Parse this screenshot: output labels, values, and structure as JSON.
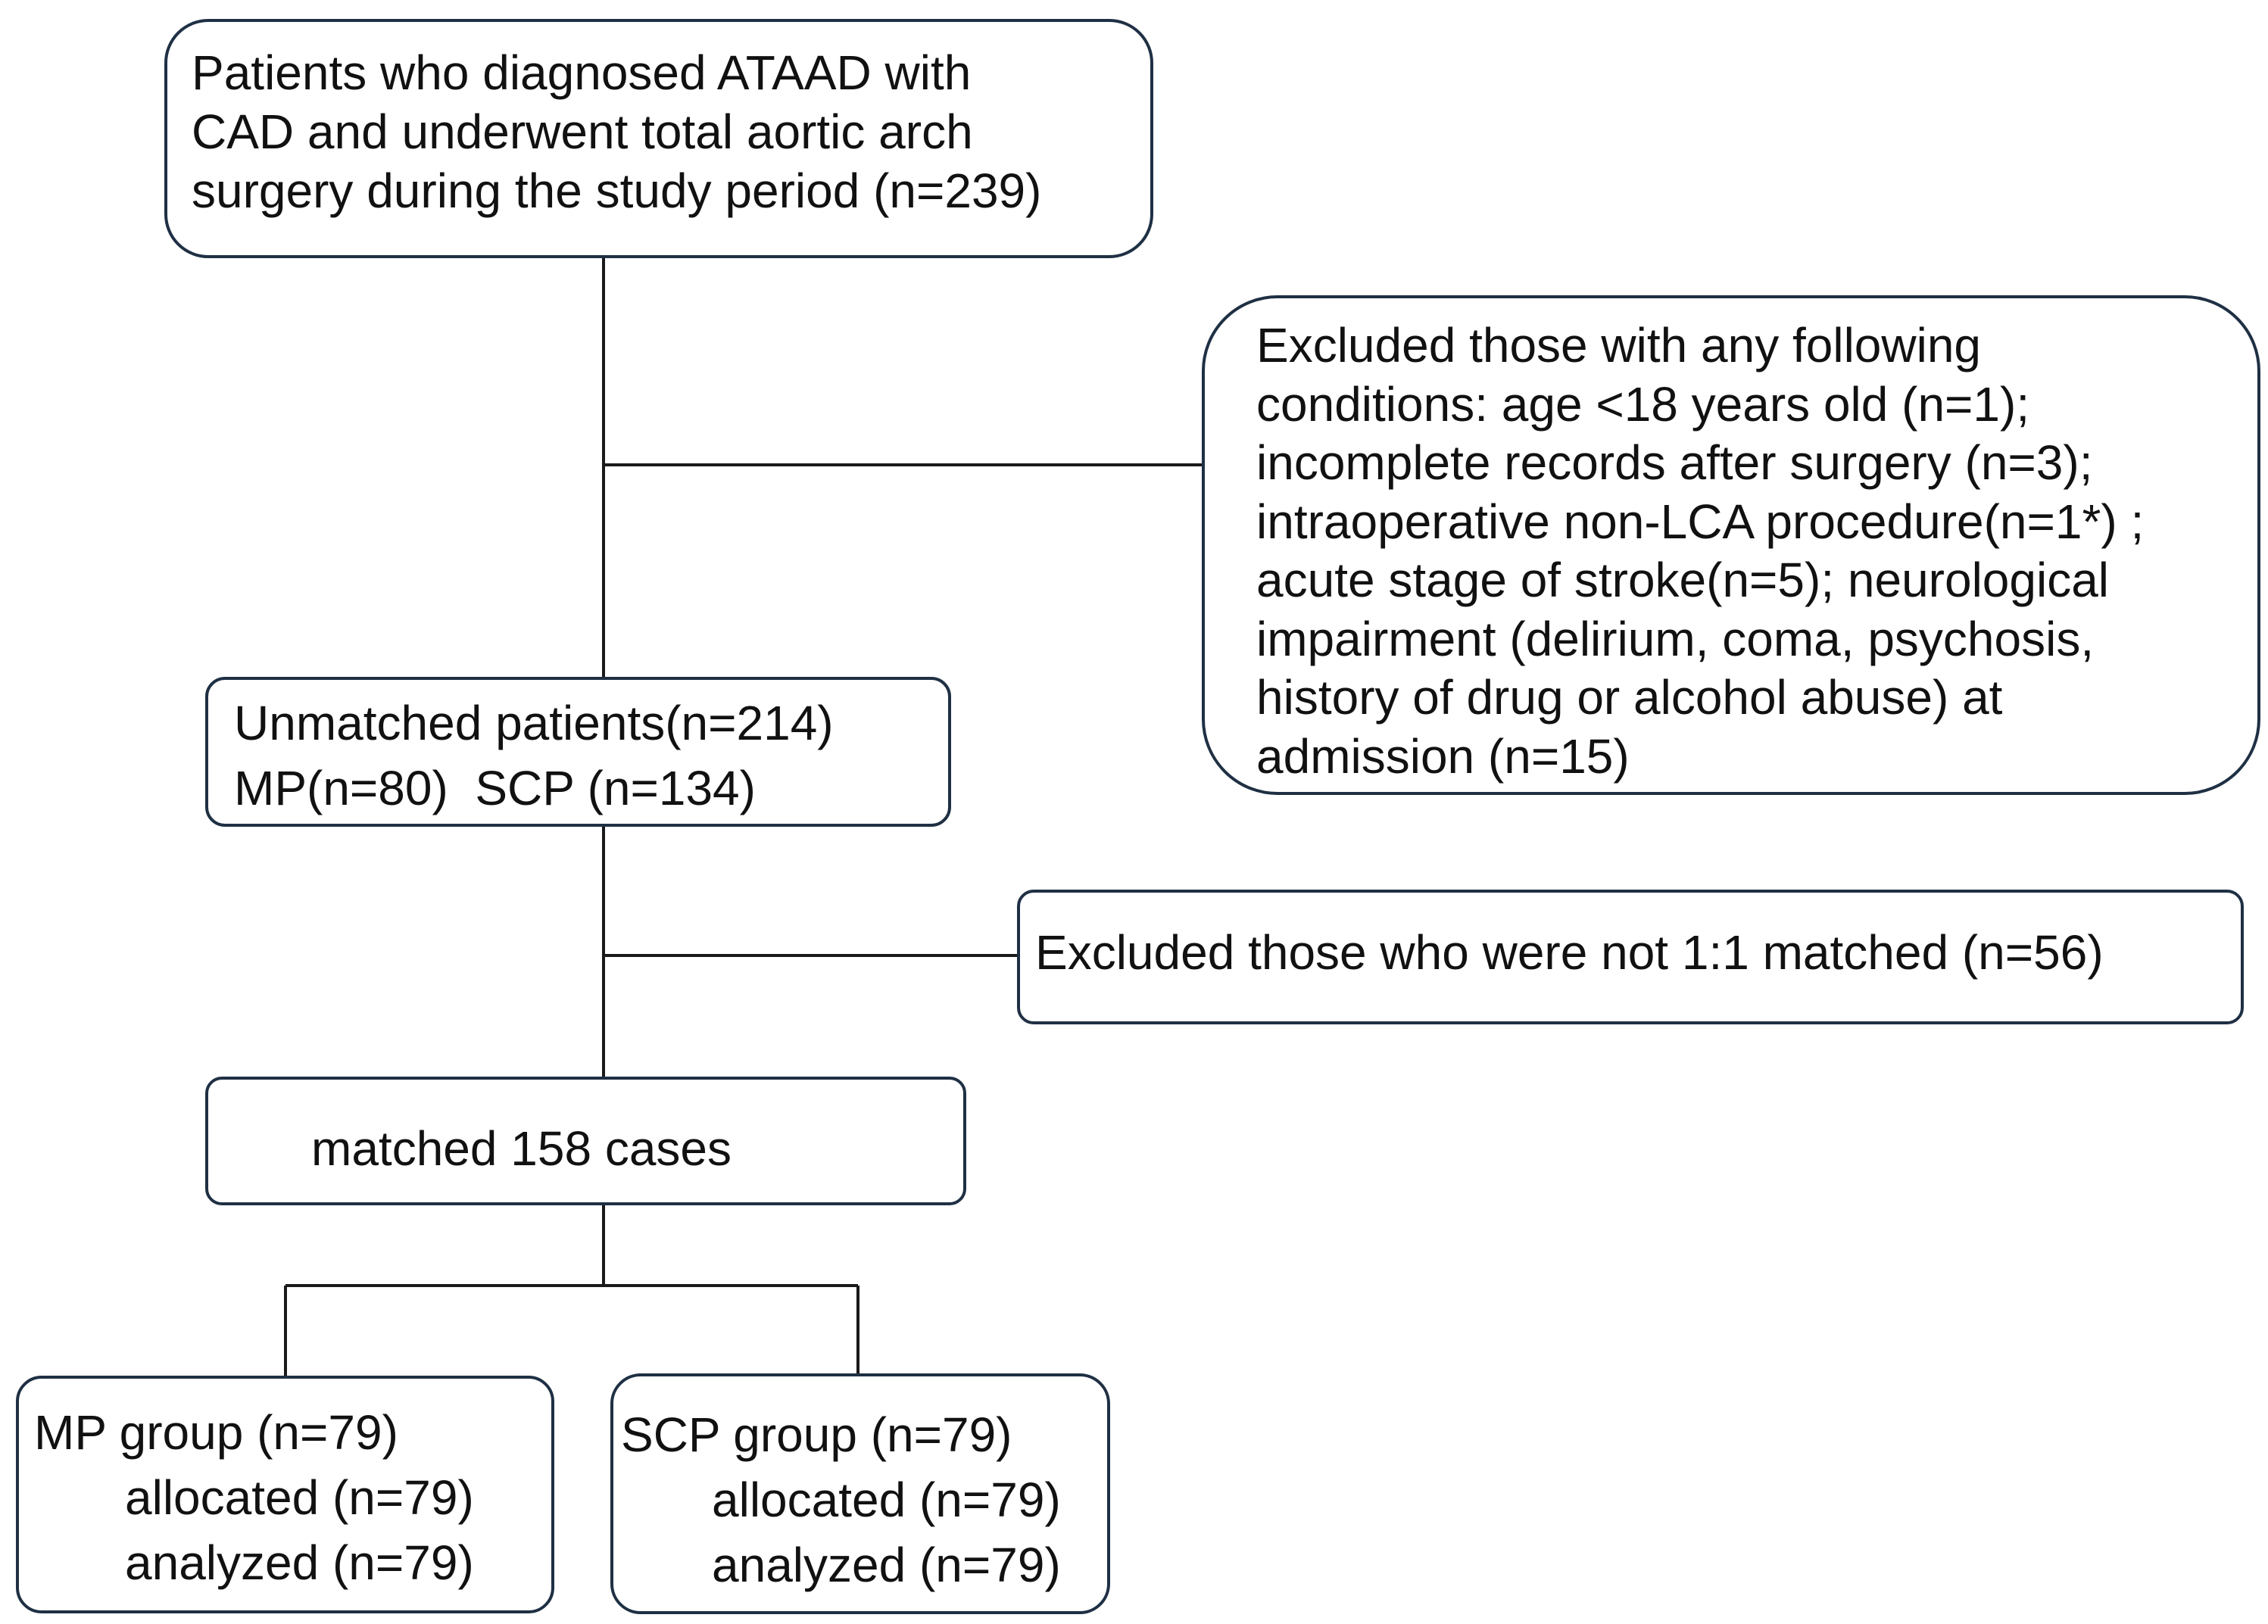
{
  "flowchart": {
    "start": {
      "lines": [
        "Patients who diagnosed ATAAD with",
        "CAD and underwent total aortic arch",
        "surgery during the study period (n=239)"
      ]
    },
    "exclusion_1": {
      "lines": [
        "Excluded those with any following",
        "conditions: age <18 years old (n=1);",
        "incomplete records after surgery (n=3);",
        "intraoperative non-LCA procedure(n=1*) ;",
        "acute stage of stroke(n=5); neurological",
        "impairment (delirium, coma, psychosis,",
        "history of drug or alcohol abuse) at",
        "admission (n=15)"
      ]
    },
    "unmatched": {
      "lines": [
        "Unmatched patients(n=214)",
        "MP(n=80)  SCP (n=134)"
      ]
    },
    "exclusion_2": {
      "text": "Excluded those who were not 1:1 matched (n=56)"
    },
    "matched": {
      "text": "matched 158 cases"
    },
    "mp_group": {
      "title": "MP group (n=79)",
      "allocated": "allocated (n=79)",
      "analyzed": "analyzed (n=79)"
    },
    "scp_group": {
      "title": "SCP group (n=79)",
      "allocated": "allocated (n=79)",
      "analyzed": "analyzed (n=79)"
    }
  },
  "colors": {
    "box_border": "#1f3044",
    "connector": "#1a1a1a",
    "text": "#111111",
    "background": "#ffffff"
  }
}
